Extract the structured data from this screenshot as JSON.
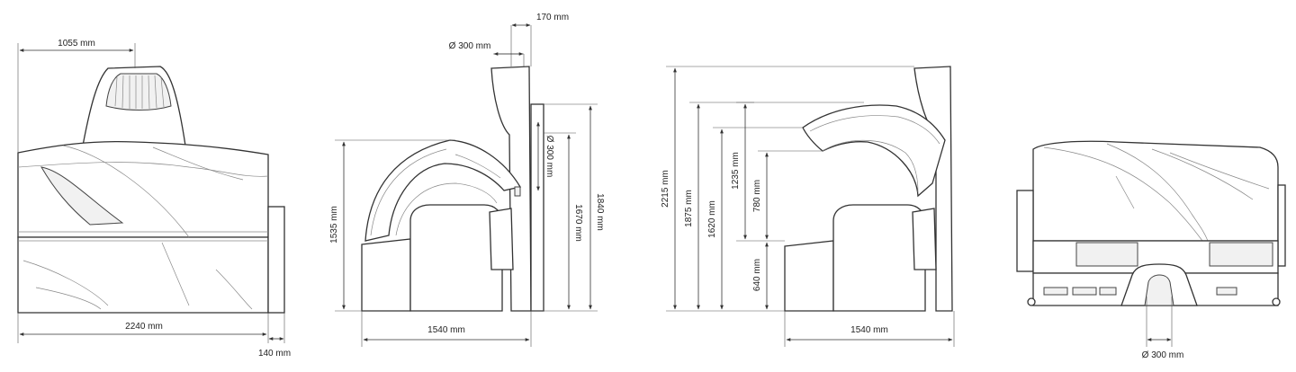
{
  "views": {
    "front": {
      "width_top": "1055 mm",
      "width_total": "2240 mm",
      "offset": "140 mm"
    },
    "side_open": {
      "tube_dia": "Ø 300  mm",
      "top_offset": "170 mm",
      "tube_dia_vertical": "Ø 300 mm",
      "height_canopy": "1535 mm",
      "height_column": "1670 mm",
      "height_total": "1840 mm",
      "length": "1540 mm"
    },
    "side_raised": {
      "height_total": "2215 mm",
      "height_a": "1875 mm",
      "height_b": "1620 mm",
      "height_c": "1235 mm",
      "height_d": "780 mm",
      "height_e": "640 mm",
      "length": "1540 mm"
    },
    "back": {
      "tube_dia": "Ø 300 mm"
    }
  },
  "colors": {
    "line": "#333333",
    "background": "#ffffff"
  }
}
